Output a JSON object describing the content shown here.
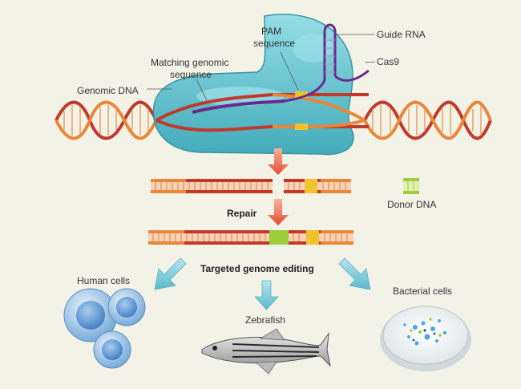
{
  "labels": {
    "genomic_dna": "Genomic DNA",
    "matching_line1": "Matching genomic",
    "matching_line2": "sequence",
    "pam_line1": "PAM",
    "pam_line2": "sequence",
    "guide_rna": "Guide RNA",
    "cas9": "Cas9",
    "donor_dna": "Donor DNA",
    "repair": "Repair",
    "targeted_editing": "Targeted genome editing",
    "human_cells": "Human cells",
    "zebrafish": "Zebrafish",
    "bacterial_cells": "Bacterial cells"
  },
  "colors": {
    "background": "#f3f2e6",
    "dna_red": "#c0392b",
    "dna_orange": "#e8873a",
    "cas9_teal": "#5fc4cf",
    "guide_rna_purple": "#6a2a8c",
    "pam_yellow": "#f2c12e",
    "donor_green": "#9ccc3c",
    "arrow_blue": "#7ecad9",
    "arrow_red": "#e8573f"
  }
}
